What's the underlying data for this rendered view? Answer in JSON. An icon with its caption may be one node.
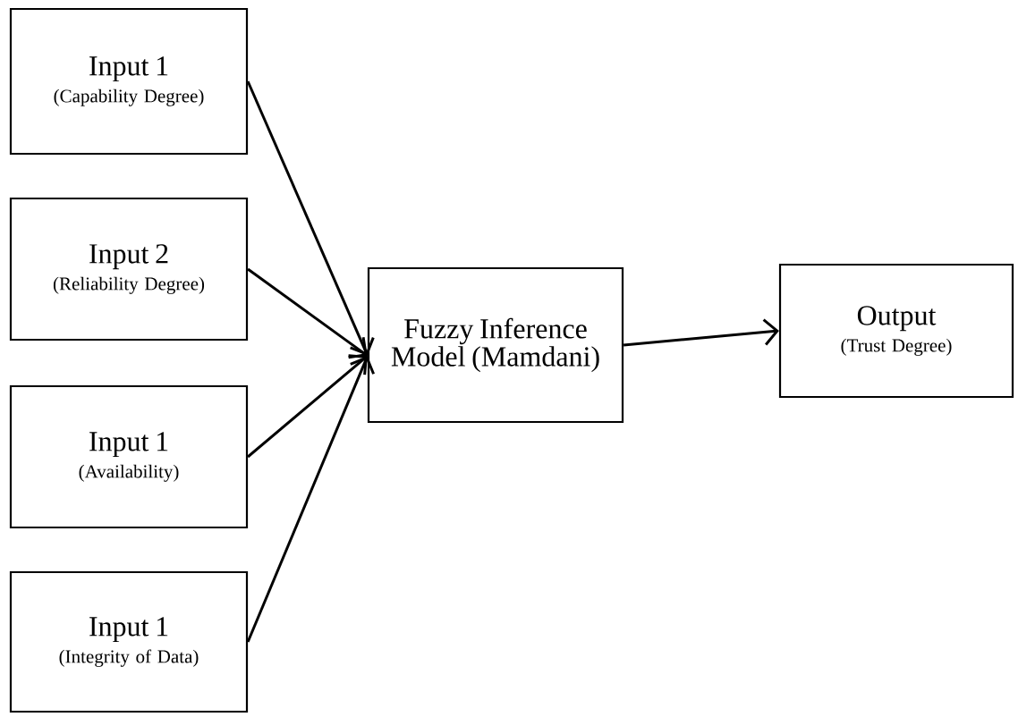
{
  "diagram": {
    "nodes": [
      {
        "text": [
          "Input 1",
          "(Capability Degree)"
        ]
      },
      {
        "text": [
          "Input 2",
          "(Reliability Degree)"
        ]
      },
      {
        "text": [
          "Input 1",
          "(Availability)"
        ]
      },
      {
        "text": [
          "Input 1",
          "(Integrity of Data)"
        ]
      },
      {
        "text": [
          "Fuzzy Inference Model (Mamdani)"
        ]
      },
      {
        "text": [
          "Output",
          "(Trust Degree)"
        ]
      }
    ],
    "edges": [
      {
        "from": 0,
        "to": 4,
        "arrow": "to"
      },
      {
        "from": 1,
        "to": 4,
        "arrow": "to"
      },
      {
        "from": 2,
        "to": 4,
        "arrow": "to"
      },
      {
        "from": 3,
        "to": 4,
        "arrow": "to"
      },
      {
        "from": 4,
        "to": 5,
        "arrow": "to"
      }
    ]
  }
}
